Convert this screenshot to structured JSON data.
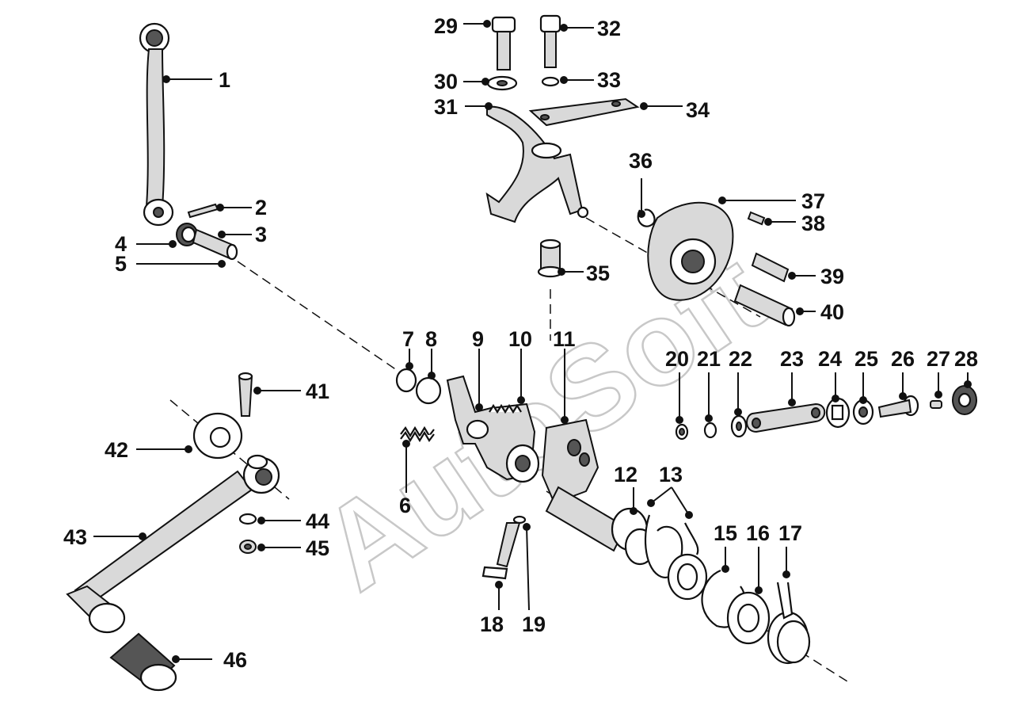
{
  "watermark": "AutoSoft",
  "callouts": {
    "c1": "1",
    "c2": "2",
    "c3": "3",
    "c4": "4",
    "c5": "5",
    "c6": "6",
    "c7": "7",
    "c8": "8",
    "c9": "9",
    "c10": "10",
    "c11": "11",
    "c12": "12",
    "c13": "13",
    "c15": "15",
    "c16": "16",
    "c17": "17",
    "c18": "18",
    "c19": "19",
    "c20": "20",
    "c21": "21",
    "c22": "22",
    "c23": "23",
    "c24": "24",
    "c25": "25",
    "c26": "26",
    "c27": "27",
    "c28": "28",
    "c29": "29",
    "c30": "30",
    "c31": "31",
    "c32": "32",
    "c33": "33",
    "c34": "34",
    "c35": "35",
    "c36": "36",
    "c37": "37",
    "c38": "38",
    "c39": "39",
    "c40": "40",
    "c41": "41",
    "c42": "42",
    "c43": "43",
    "c44": "44",
    "c45": "45",
    "c46": "46"
  }
}
